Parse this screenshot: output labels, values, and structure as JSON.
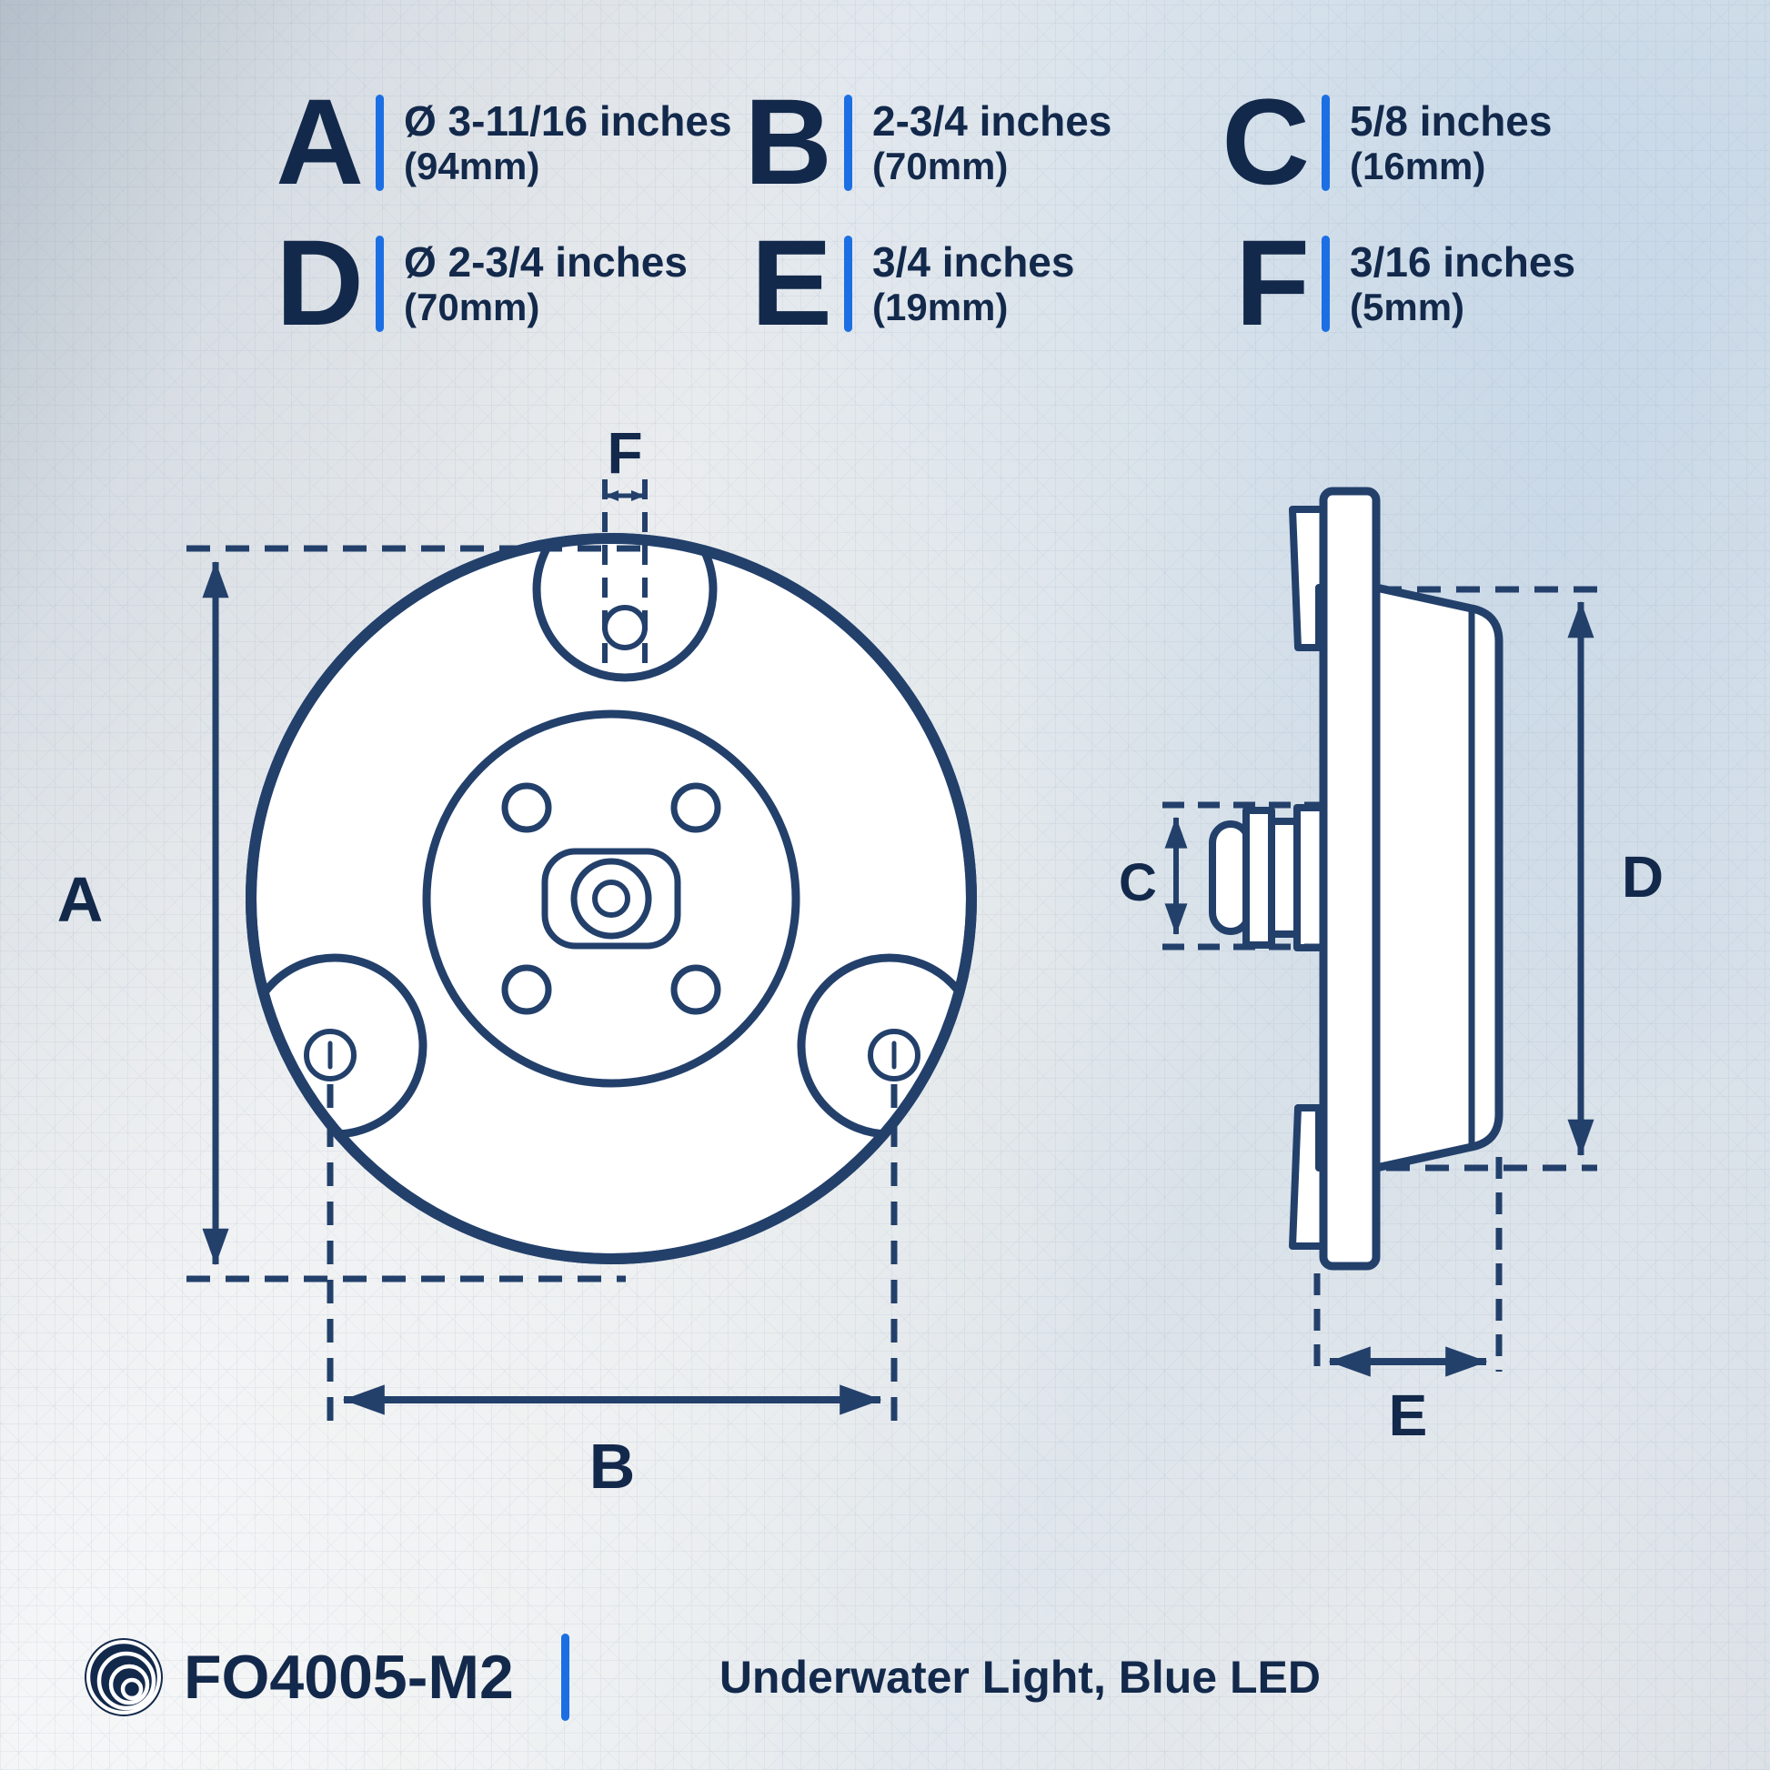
{
  "legend": {
    "items": [
      {
        "letter": "A",
        "dimension": "Ø 3-11/16 inches",
        "metric": "(94mm)"
      },
      {
        "letter": "B",
        "dimension": "2-3/4 inches",
        "metric": "(70mm)"
      },
      {
        "letter": "C",
        "dimension": "5/8 inches",
        "metric": "(16mm)"
      },
      {
        "letter": "D",
        "dimension": "Ø 2-3/4 inches",
        "metric": "(70mm)"
      },
      {
        "letter": "E",
        "dimension": "3/4 inches",
        "metric": "(19mm)"
      },
      {
        "letter": "F",
        "dimension": "3/16 inches",
        "metric": "(5mm)"
      }
    ]
  },
  "diagram": {
    "front_view_labels": {
      "a": "A",
      "b": "B",
      "f": "F"
    },
    "side_view_labels": {
      "c": "C",
      "d": "D",
      "e": "E"
    }
  },
  "footer": {
    "model": "FO4005-M2",
    "description": "Underwater Light, Blue LED",
    "logo": "wave-logo"
  },
  "colors": {
    "navy_text": "#13294b",
    "line_navy": "#23406b",
    "accent_blue": "#1b6fe3",
    "drawing_fill": "#ffffff"
  }
}
